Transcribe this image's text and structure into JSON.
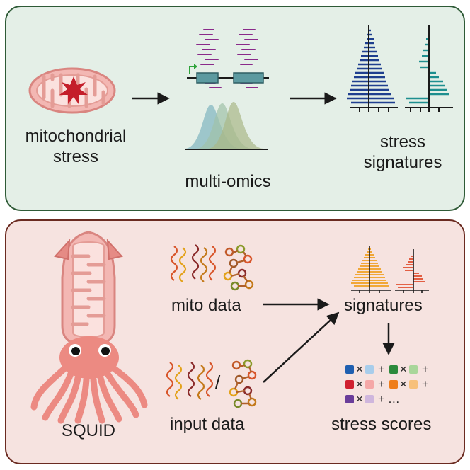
{
  "top_panel": {
    "mito_label_line1": "mitochondrial",
    "mito_label_line2": "stress",
    "omics_label": "multi-omics",
    "signatures_line1": "stress",
    "signatures_line2": "signatures",
    "colors": {
      "border": "#2e5a36",
      "fill": "#e4efe7",
      "sig_blue": "#1f3f8f",
      "sig_teal": "#1e8f8f"
    }
  },
  "bottom_panel": {
    "squid_label": "SQUID",
    "mito_data_label": "mito data",
    "input_data_label": "input data",
    "slash": "/",
    "signatures_label": "signatures",
    "scores_label": "stress scores",
    "formula": {
      "times": "×",
      "plus": "+",
      "ellipsis": "…",
      "rows": [
        [
          {
            "a": "#1f5fb0",
            "b": "#a8cdeb"
          },
          {
            "a": "#2c8a3c",
            "b": "#a9d69a"
          }
        ],
        [
          {
            "a": "#d02030",
            "b": "#f5a7a7"
          },
          {
            "a": "#ef7d1a",
            "b": "#f7c07a"
          }
        ],
        [
          {
            "a": "#6a3d9a",
            "b": "#cfb6dd"
          }
        ]
      ]
    },
    "colors": {
      "border": "#6a2a20",
      "fill": "#f6e3e0",
      "sig_orange": "#f0a020",
      "sig_red": "#e05030"
    }
  }
}
